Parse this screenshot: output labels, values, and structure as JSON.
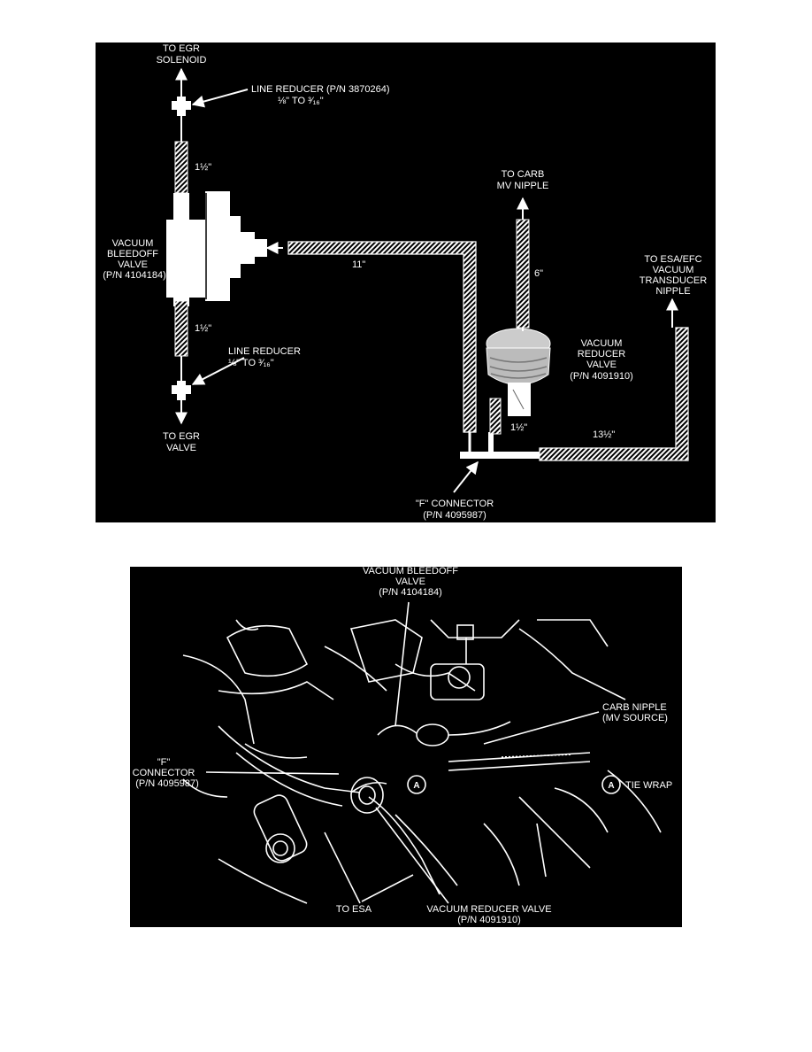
{
  "top": {
    "to_egr_solenoid": [
      "TO EGR",
      "SOLENOID"
    ],
    "line_reducer_top": [
      "LINE REDUCER (P/N 3870264)",
      "⅛\" TO ³⁄₁₆\""
    ],
    "len_top_hose": "1½\"",
    "bleedoff_valve": [
      "VACUUM",
      "BLEEDOFF",
      "VALVE",
      "(P/N 4104184)"
    ],
    "len_long_hose": "11\"",
    "len_bottom_hose": "1½\"",
    "line_reducer_bottom": [
      "LINE REDUCER",
      "⅛\" TO ³⁄₁₆\""
    ],
    "to_egr_valve": [
      "TO EGR",
      "VALVE"
    ],
    "to_carb": [
      "TO CARB",
      "MV NIPPLE"
    ],
    "len_carb_hose": "6\"",
    "reducer_valve": [
      "VACUUM",
      "REDUCER",
      "VALVE",
      "(P/N 4091910)"
    ],
    "len_reducer_hose": "1½\"",
    "len_esa_hose": "13½\"",
    "to_esa": [
      "TO ESA/EFC",
      "VACUUM",
      "TRANSDUCER",
      "NIPPLE"
    ],
    "f_connector": [
      "\"F\" CONNECTOR",
      "(P/N 4095987)"
    ]
  },
  "bottom": {
    "bleedoff_valve": [
      "VACUUM BLEEDOFF",
      "VALVE",
      "(P/N 4104184)"
    ],
    "carb_nipple": [
      "CARB NIPPLE",
      "(MV SOURCE)"
    ],
    "f_connector": [
      "\"F\"",
      "CONNECTOR",
      "(P/N 4095987)"
    ],
    "tie_wrap_marker": "A",
    "tie_wrap_legend": "TIE WRAP",
    "to_esa": "TO ESA",
    "reducer_valve": [
      "VACUUM REDUCER VALVE",
      "(P/N 4091910)"
    ]
  }
}
